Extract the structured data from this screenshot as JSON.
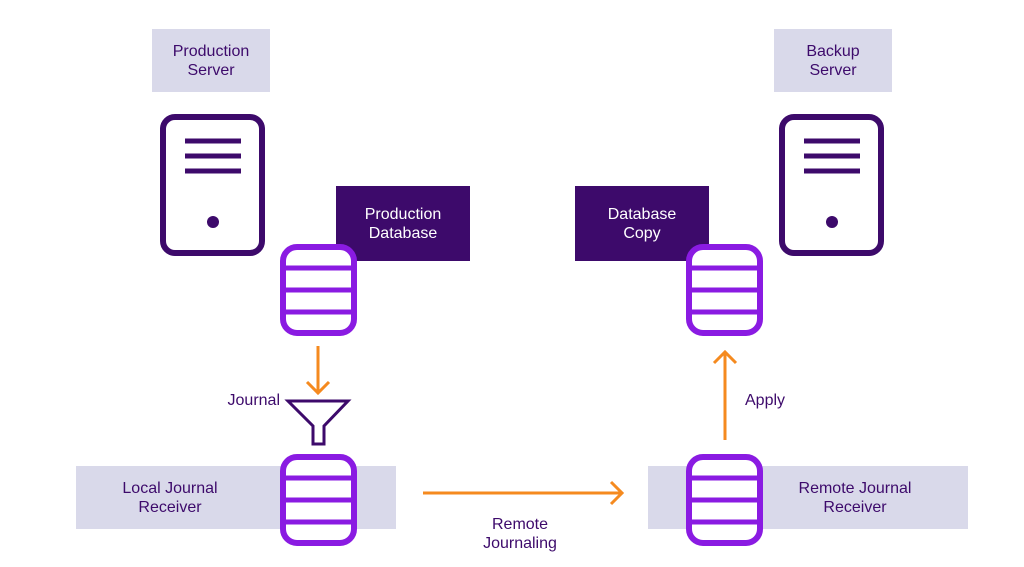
{
  "labels": {
    "production_server": "Production\nServer",
    "backup_server": "Backup\nServer",
    "production_database": "Production\nDatabase",
    "database_copy": "Database\nCopy",
    "journal": "Journal",
    "local_journal_receiver": "Local Journal\nReceiver",
    "remote_journal_receiver": "Remote Journal\nReceiver",
    "remote_journaling": "Remote\nJournaling",
    "apply": "Apply"
  },
  "colors": {
    "dark_purple": "#3d0a6b",
    "bright_purple": "#8a1be2",
    "orange": "#f58a1f",
    "label_bg": "#d9d9ea"
  }
}
